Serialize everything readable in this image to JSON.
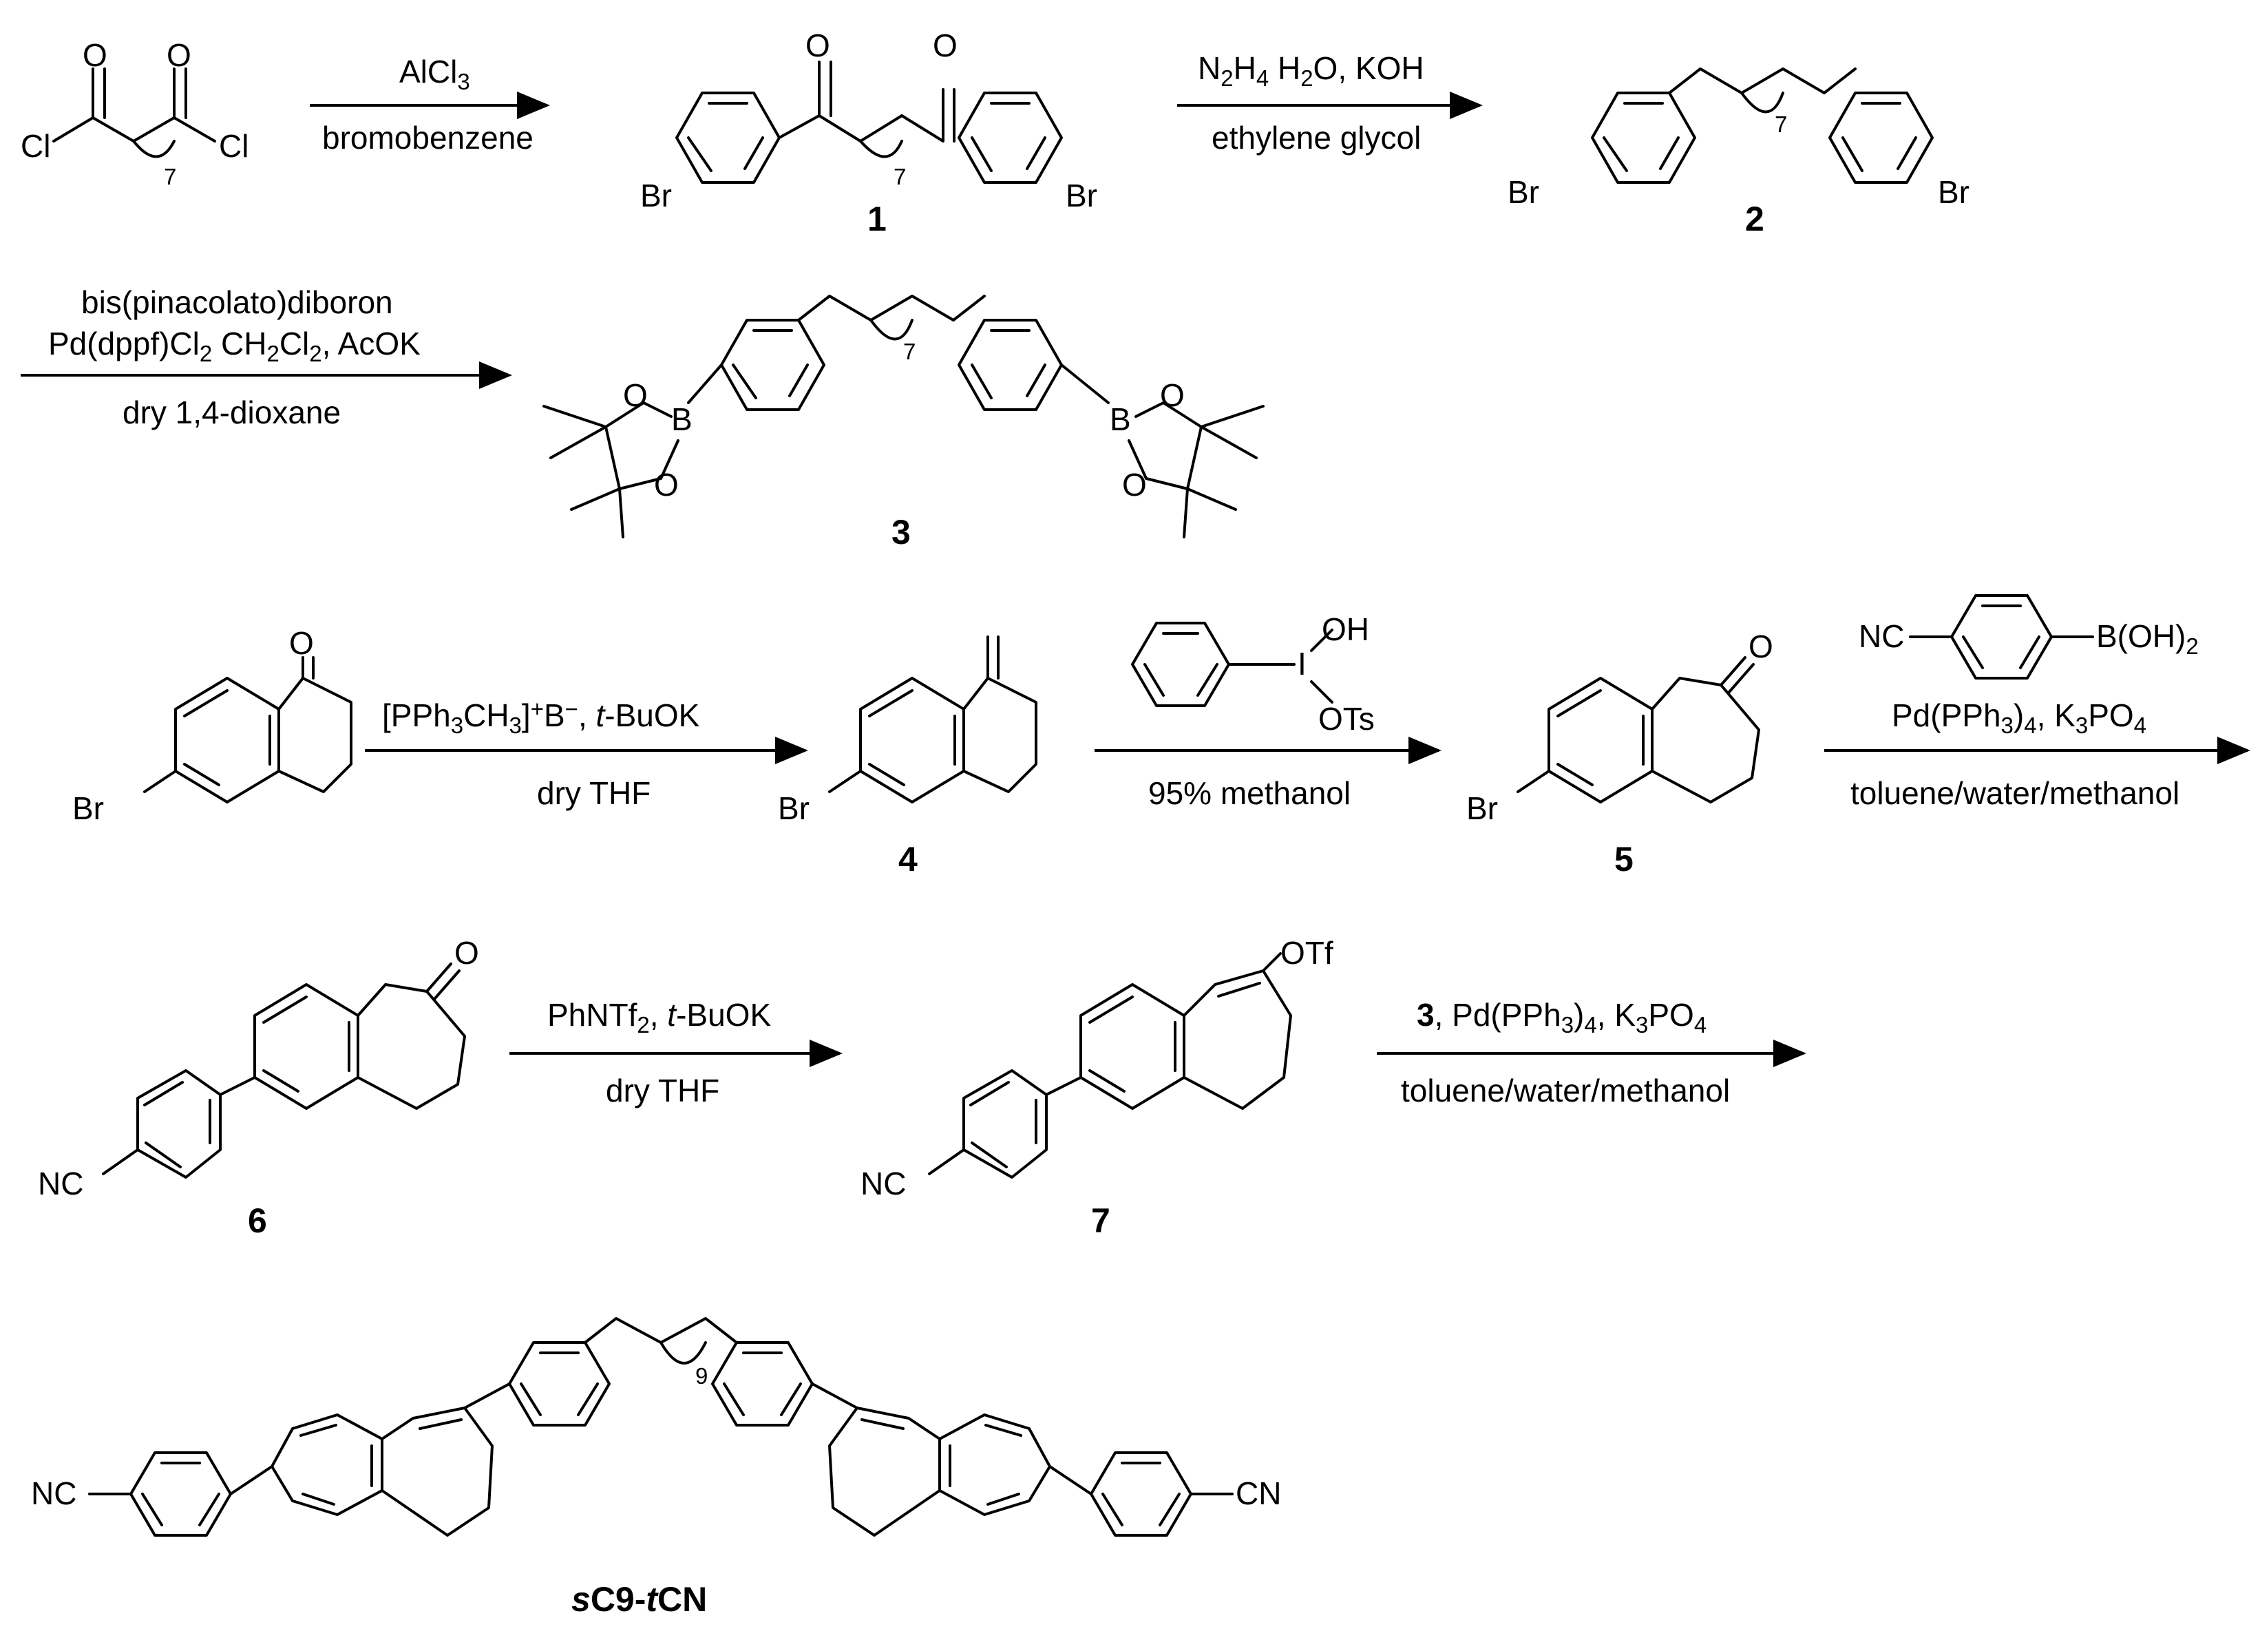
{
  "colors": {
    "ink": "#000000",
    "background": "#ffffff"
  },
  "atoms": {
    "cl": "Cl",
    "o": "O",
    "br": "Br",
    "b": "B",
    "nc": "NC",
    "cn": "CN",
    "oh": "OH",
    "i": "I",
    "ots": "OTs",
    "otf": "OTf"
  },
  "repeats": {
    "seven": "7",
    "nine": "9"
  },
  "compounds": {
    "c1": "1",
    "c2": "2",
    "c3": "3",
    "c4": "4",
    "c5": "5",
    "c6": "6",
    "c7": "7",
    "final_prefix": "s",
    "final_mid": "C9-",
    "final_t": "t",
    "final_suffix": "CN"
  },
  "reagents": {
    "step1": {
      "above_a": "AlCl",
      "above_b": "3",
      "below": "bromobenzene"
    },
    "step2": {
      "above_a": "N",
      "above_b": "2",
      "above_c": "H",
      "above_d": "4",
      "above_e": " H",
      "above_f": "2",
      "above_g": "O, KOH",
      "below": "ethylene glycol"
    },
    "step3": {
      "line1": "bis(pinacolato)diboron",
      "line2_a": "Pd(dppf)Cl",
      "line2_b": "2",
      "line2_c": " CH",
      "line2_d": "2",
      "line2_e": "Cl",
      "line2_f": "2",
      "line2_g": ", AcOK",
      "below": "dry 1,4-dioxane"
    },
    "step4": {
      "above_a": "[PPh",
      "above_b": "3",
      "above_c": "CH",
      "above_d": "3",
      "above_e": "]",
      "above_f": "+",
      "above_g": "B",
      "above_h": "−",
      "above_i": ", ",
      "above_j": "t",
      "above_k": "-BuOK",
      "below": "dry THF"
    },
    "step5": {
      "below": "95% methanol"
    },
    "step6": {
      "boronic_a": "B(OH)",
      "boronic_b": "2",
      "above_a": "Pd(PPh",
      "above_b": "3",
      "above_c": ")",
      "above_d": "4",
      "above_e": ", K",
      "above_f": "3",
      "above_g": "PO",
      "above_h": "4",
      "below": "toluene/water/methanol"
    },
    "step7": {
      "above_a": "PhNTf",
      "above_b": "2",
      "above_c": ", ",
      "above_d": "t",
      "above_e": "-BuOK",
      "below": "dry THF"
    },
    "step8": {
      "above_a": "3",
      "above_b": ", Pd(PPh",
      "above_c": "3",
      "above_d": ")",
      "above_e": "4",
      "above_f": ", K",
      "above_g": "3",
      "above_h": "PO",
      "above_i": "4",
      "below": "toluene/water/methanol"
    }
  }
}
